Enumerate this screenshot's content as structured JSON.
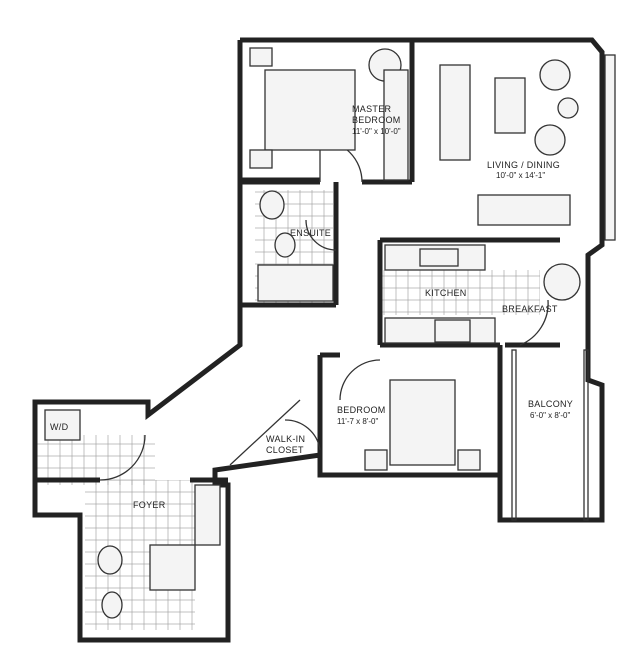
{
  "rooms": {
    "master_bedroom": {
      "name_line1": "MASTER",
      "name_line2": "BEDROOM",
      "dimensions": "11'-0\" x 10'-0\""
    },
    "living_dining": {
      "name": "LIVING / DINING",
      "dimensions": "10'-0\" x 14'-1\""
    },
    "ensuite": {
      "name": "ENSUITE"
    },
    "kitchen": {
      "name": "KITCHEN"
    },
    "breakfast": {
      "name": "BREAKFAST"
    },
    "bedroom": {
      "name": "BEDROOM",
      "dimensions": "11'-7 x 8'-0\""
    },
    "walk_in_closet": {
      "name_line1": "WALK-IN",
      "name_line2": "CLOSET"
    },
    "balcony": {
      "name": "BALCONY",
      "dimensions": "6'-0\" x 8'-0\""
    },
    "laundry": {
      "name": "W/D"
    },
    "foyer": {
      "name": "FOYER"
    }
  },
  "colors": {
    "line": "#222222",
    "background": "#ffffff"
  }
}
